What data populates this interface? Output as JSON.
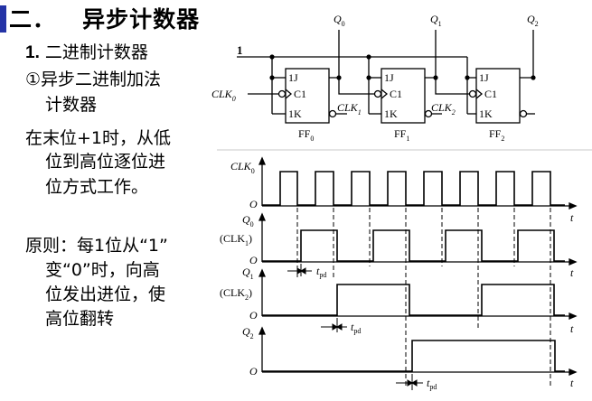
{
  "slide": {
    "title": "二．   异步计数器",
    "subheading_num": "1.",
    "subheading_text": " 二进制计数器",
    "item_line1": "①异步二进制加法",
    "item_line2": "计数器",
    "desc_line1": "在末位+1时，从低",
    "desc_line2": "位到高位逐位进",
    "desc_line3": "位方式工作。",
    "principle_line1": "原则：每1位从“1”",
    "principle_line2": "变“0”时，向高",
    "principle_line3": "位发出进位，使",
    "principle_line4": "高位翻转"
  },
  "circuit": {
    "input_one": "1",
    "clk_label": "CLK",
    "clk_sub": "0",
    "q_labels": [
      {
        "main": "Q",
        "sub": "0"
      },
      {
        "main": "Q",
        "sub": "1"
      },
      {
        "main": "Q",
        "sub": "2"
      }
    ],
    "ff_pins": {
      "j": "1J",
      "c": "C1",
      "k": "1K"
    },
    "ff_names": [
      {
        "main": "FF",
        "sub": "0"
      },
      {
        "main": "FF",
        "sub": "1"
      },
      {
        "main": "FF",
        "sub": "2"
      }
    ],
    "clk_inputs": [
      {
        "main": "CLK",
        "sub": "1"
      },
      {
        "main": "CLK",
        "sub": "2"
      }
    ]
  },
  "timing": {
    "clk0": {
      "main": "CLK",
      "sub": "0"
    },
    "q0": {
      "main": "Q",
      "sub": "0"
    },
    "q0_alias": {
      "pre": "(CLK",
      "sub": "1",
      "post": ")"
    },
    "q1": {
      "main": "Q",
      "sub": "1"
    },
    "q1_alias": {
      "pre": "(CLK",
      "sub": "2",
      "post": ")"
    },
    "q2": {
      "main": "Q",
      "sub": "2"
    },
    "zero": "O",
    "t_axis": "t",
    "tpd": {
      "main": "t",
      "sub": "pd"
    }
  }
}
